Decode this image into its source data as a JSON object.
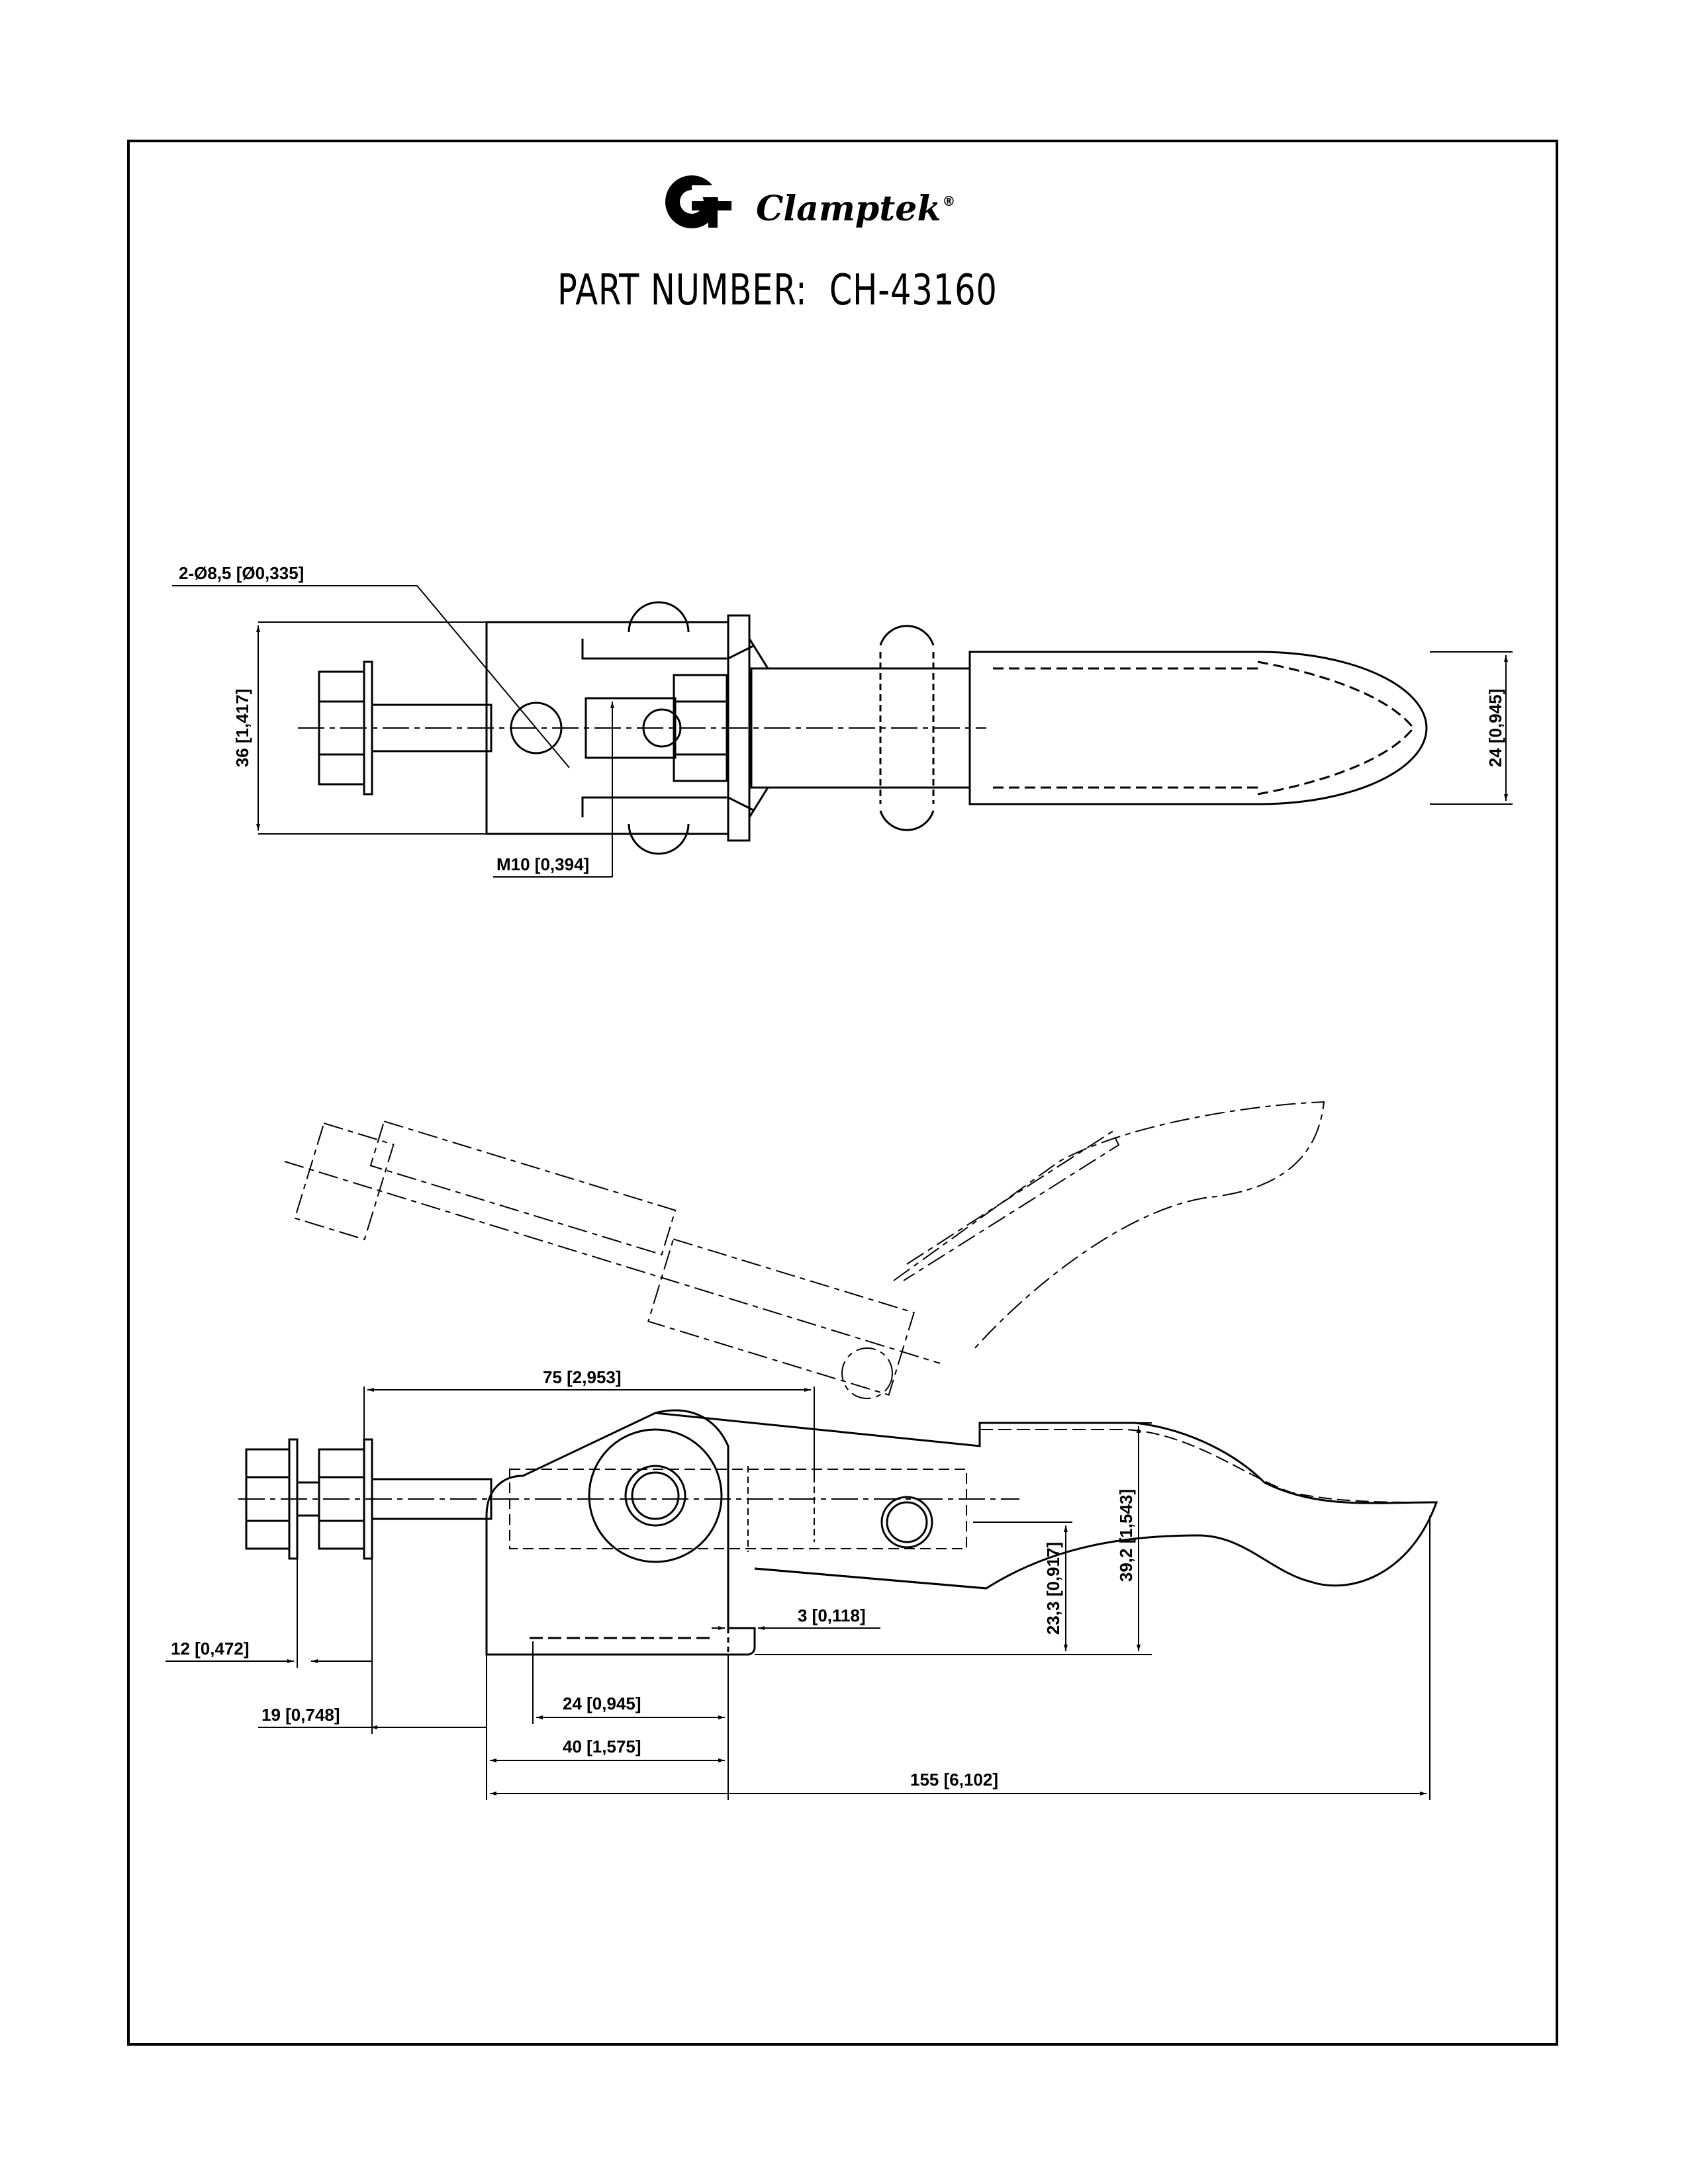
{
  "header": {
    "brand_name": "Clamptek",
    "brand_mark": "®",
    "part_number_label": "PART NUMBER:",
    "part_number_value": "CH-43160"
  },
  "top_view": {
    "dimensions": {
      "hole_callout": "2-Ø8,5 [Ø0,335]",
      "overall_width": "36 [1,417]",
      "thread": "M10 [0,394]",
      "handle_width": "24 [0,945]"
    }
  },
  "side_view": {
    "dimensions": {
      "stroke_length": "75 [2,953]",
      "plunger_extension": "12 [0,472]",
      "bolt_offset": "19 [0,748]",
      "base_thickness": "3 [0,118]",
      "hole_spacing": "24 [0,945]",
      "base_length": "40 [1,575]",
      "overall_length": "155 [6,102]",
      "axis_height": "23,3 [0,917]",
      "overall_height": "39,2 [1,543]"
    }
  }
}
